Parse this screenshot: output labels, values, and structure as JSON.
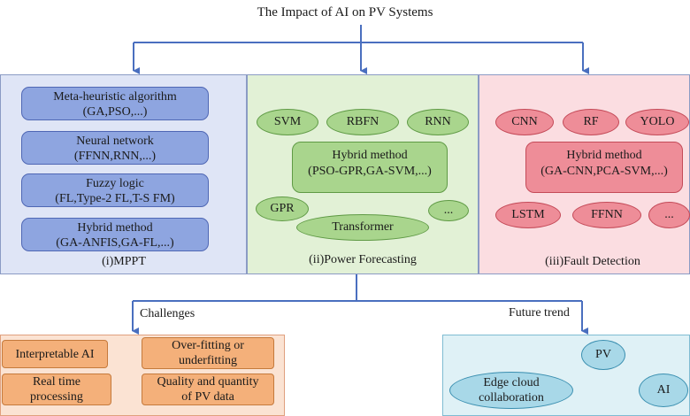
{
  "title": "The Impact of AI on PV Systems",
  "mppt": {
    "caption": "(i)MPPT",
    "boxes": [
      {
        "line1": "Meta-heuristic algorithm",
        "line2": "(GA,PSO,...)"
      },
      {
        "line1": "Neural network",
        "line2": "(FFNN,RNN,...)"
      },
      {
        "line1": "Fuzzy logic",
        "line2": "(FL,Type-2 FL,T-S FM)"
      },
      {
        "line1": "Hybrid method",
        "line2": "(GA-ANFIS,GA-FL,...)"
      }
    ]
  },
  "power_forecasting": {
    "caption": "(ii)Power Forecasting",
    "methods": [
      "SVM",
      "RBFN",
      "RNN",
      "GPR",
      "...",
      "Transformer"
    ],
    "hybrid": {
      "line1": "Hybrid method",
      "line2": "(PSO-GPR,GA-SVM,...)"
    }
  },
  "fault_detection": {
    "caption": "(iii)Fault Detection",
    "methods": [
      "CNN",
      "RF",
      "YOLO",
      "LSTM",
      "FFNN",
      "..."
    ],
    "hybrid": {
      "line1": "Hybrid method",
      "line2": "(GA-CNN,PCA-SVM,...)"
    }
  },
  "challenges": {
    "label": "Challenges",
    "items": [
      {
        "line1": "Interpretable AI",
        "line2": ""
      },
      {
        "line1": "Over-fitting or",
        "line2": "underfitting"
      },
      {
        "line1": "Real time",
        "line2": "processing"
      },
      {
        "line1": "Quality and quantity",
        "line2": "of PV data"
      }
    ]
  },
  "future_trend": {
    "label": "Future trend",
    "nodes": [
      {
        "line1": "PV",
        "line2": ""
      },
      {
        "line1": "Edge cloud",
        "line2": "collaboration"
      },
      {
        "line1": "AI",
        "line2": ""
      }
    ]
  },
  "colors": {
    "connector": "#4a6fbf",
    "mppt_panel": "#dfe5f6",
    "forecast_panel": "#e2f1d6",
    "fault_panel": "#fbdde1",
    "challenge_box": "#f4b07a",
    "future_node": "#a8d8e8"
  }
}
